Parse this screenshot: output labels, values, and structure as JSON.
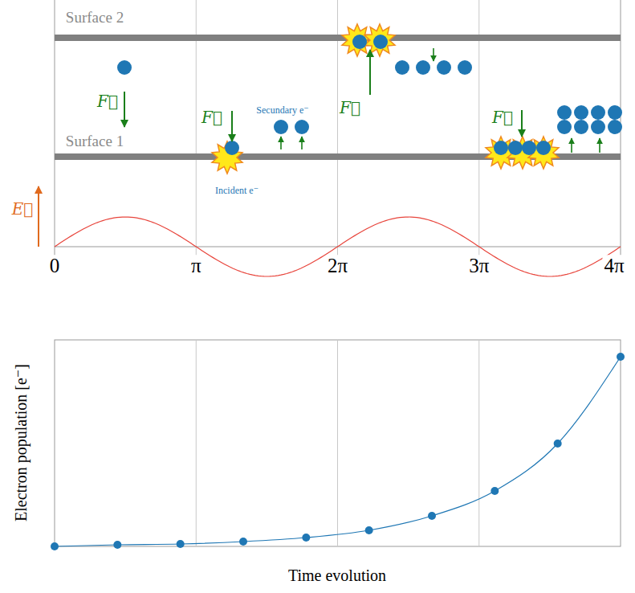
{
  "diagram": {
    "labels": [
      "Surface 2",
      "Surface 1",
      "F⃗",
      "F⃗",
      "F⃗",
      "F⃗",
      "Secundary e⁻",
      "Incident e⁻",
      "E⃗",
      "0",
      "π",
      "2π",
      "3π",
      "4π",
      "Electron population [e⁻]",
      "Time evolution"
    ]
  }
}
